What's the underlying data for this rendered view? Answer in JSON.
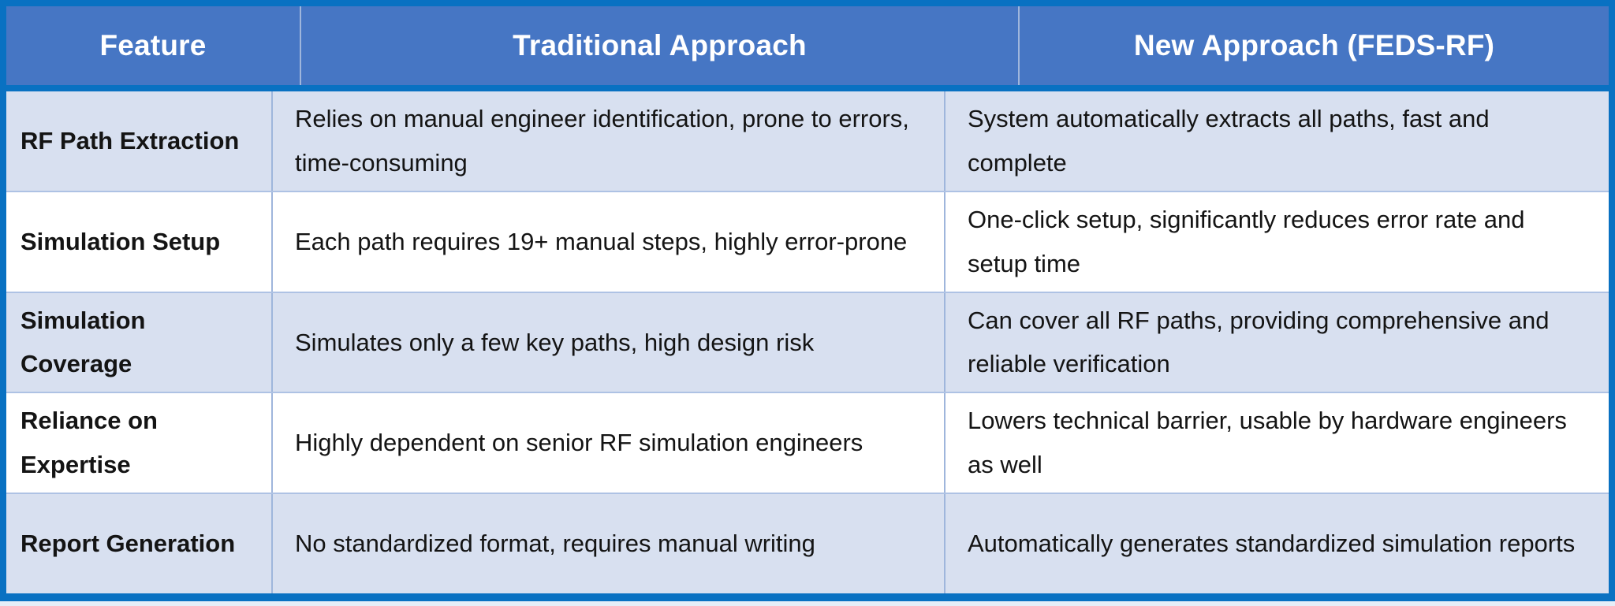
{
  "table": {
    "headers": {
      "feature": "Feature",
      "traditional": "Traditional Approach",
      "new_approach": "New Approach (FEDS-RF)"
    },
    "rows": [
      {
        "feature": "RF Path Extraction",
        "traditional": "Relies on manual engineer identification, prone to errors, time-consuming",
        "new_approach": "System automatically extracts all paths, fast and complete"
      },
      {
        "feature": "Simulation Setup",
        "traditional": "Each path requires 19+ manual steps, highly error-prone",
        "new_approach": "One-click setup, significantly reduces error rate and setup time"
      },
      {
        "feature": "Simulation Coverage",
        "traditional": "Simulates only a few key paths, high design risk",
        "new_approach": "Can cover all RF paths, providing comprehensive and reliable verification"
      },
      {
        "feature": "Reliance on Expertise",
        "traditional": "Highly dependent on senior RF simulation engineers",
        "new_approach": "Lowers technical barrier, usable by hardware engineers as well"
      },
      {
        "feature": "Report Generation",
        "traditional": "No standardized format, requires manual writing",
        "new_approach": "Automatically generates standardized simulation reports"
      }
    ],
    "colors": {
      "outer_border": "#0971C2",
      "header_background": "#4676C4",
      "header_text": "#FFFFFF",
      "row_alt_background": "#D8E0F0",
      "row_background": "#FFFFFF",
      "divider": "#9FB6DC",
      "body_text": "#141414"
    }
  }
}
